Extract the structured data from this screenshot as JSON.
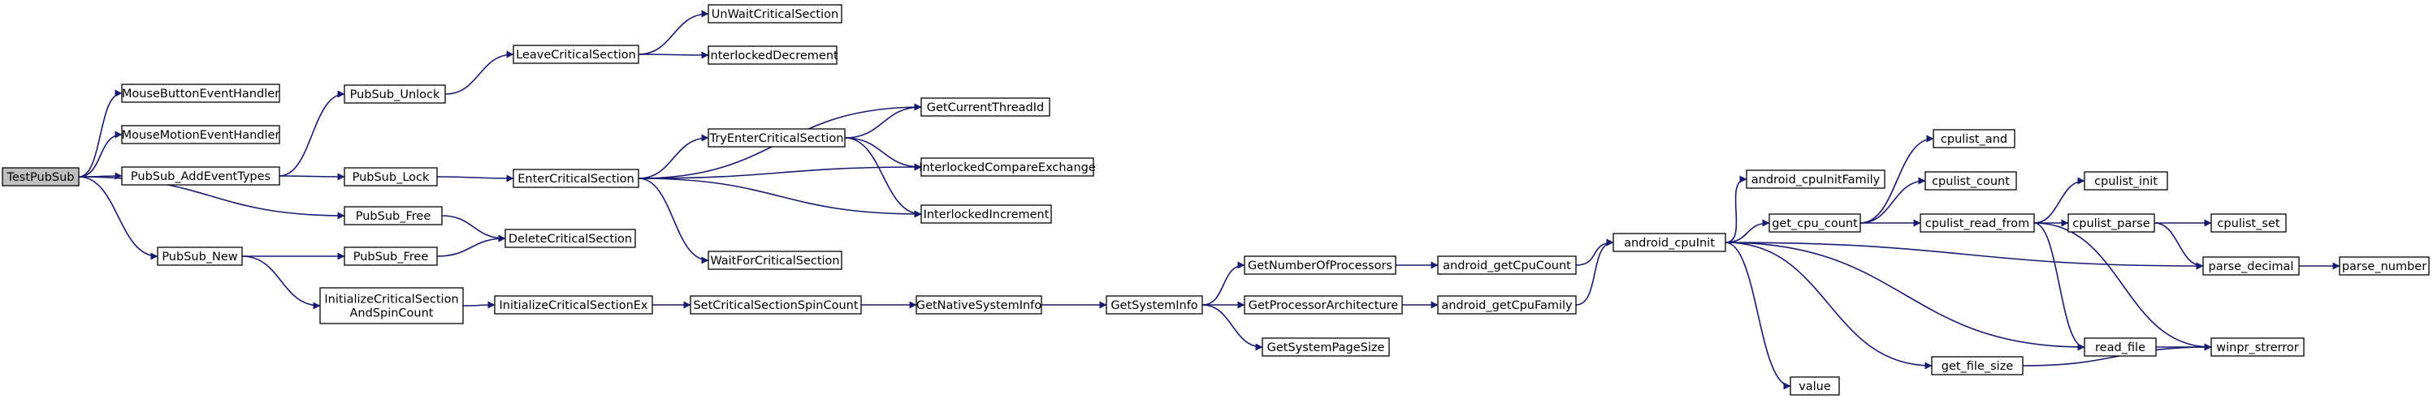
{
  "colors": {
    "edge": "#191970",
    "node_border": "#000000",
    "root_fill": "#bfbfbf",
    "node_fill": "#ffffff"
  },
  "nodes": [
    {
      "id": "TestPubSub",
      "lines": [
        "TestPubSub"
      ],
      "root": true
    },
    {
      "id": "MouseButtonEventHandler",
      "lines": [
        "MouseButtonEventHandler"
      ]
    },
    {
      "id": "MouseMotionEventHandler",
      "lines": [
        "MouseMotionEventHandler"
      ]
    },
    {
      "id": "PubSub_AddEventTypes",
      "lines": [
        "PubSub_AddEventTypes"
      ]
    },
    {
      "id": "PubSub_Free1",
      "lines": [
        "PubSub_Free"
      ]
    },
    {
      "id": "PubSub_New",
      "lines": [
        "PubSub_New"
      ]
    },
    {
      "id": "PubSub_Unlock",
      "lines": [
        "PubSub_Unlock"
      ]
    },
    {
      "id": "PubSub_Lock",
      "lines": [
        "PubSub_Lock"
      ]
    },
    {
      "id": "PubSub_Free2",
      "lines": [
        "PubSub_Free"
      ]
    },
    {
      "id": "InitializeCriticalSectionAndSpinCount",
      "lines": [
        "InitializeCriticalSection",
        "AndSpinCount"
      ]
    },
    {
      "id": "LeaveCriticalSection",
      "lines": [
        "LeaveCriticalSection"
      ]
    },
    {
      "id": "EnterCriticalSection",
      "lines": [
        "EnterCriticalSection"
      ]
    },
    {
      "id": "DeleteCriticalSection",
      "lines": [
        "DeleteCriticalSection"
      ]
    },
    {
      "id": "InitializeCriticalSectionEx",
      "lines": [
        "InitializeCriticalSectionEx"
      ]
    },
    {
      "id": "UnWaitCriticalSection",
      "lines": [
        "UnWaitCriticalSection"
      ]
    },
    {
      "id": "InterlockedDecrement",
      "lines": [
        "InterlockedDecrement"
      ]
    },
    {
      "id": "TryEnterCriticalSection",
      "lines": [
        "TryEnterCriticalSection"
      ]
    },
    {
      "id": "WaitForCriticalSection",
      "lines": [
        "WaitForCriticalSection"
      ]
    },
    {
      "id": "SetCriticalSectionSpinCount",
      "lines": [
        "SetCriticalSectionSpinCount"
      ]
    },
    {
      "id": "GetCurrentThreadId",
      "lines": [
        "GetCurrentThreadId"
      ]
    },
    {
      "id": "InterlockedCompareExchange",
      "lines": [
        "InterlockedCompareExchange"
      ]
    },
    {
      "id": "InterlockedIncrement",
      "lines": [
        "InterlockedIncrement"
      ]
    },
    {
      "id": "GetNativeSystemInfo",
      "lines": [
        "GetNativeSystemInfo"
      ]
    },
    {
      "id": "GetSystemInfo",
      "lines": [
        "GetSystemInfo"
      ]
    },
    {
      "id": "GetNumberOfProcessors",
      "lines": [
        "GetNumberOfProcessors"
      ]
    },
    {
      "id": "GetProcessorArchitecture",
      "lines": [
        "GetProcessorArchitecture"
      ]
    },
    {
      "id": "GetSystemPageSize",
      "lines": [
        "GetSystemPageSize"
      ]
    },
    {
      "id": "android_getCpuCount",
      "lines": [
        "android_getCpuCount"
      ]
    },
    {
      "id": "android_getCpuFamily",
      "lines": [
        "android_getCpuFamily"
      ]
    },
    {
      "id": "android_cpuInit",
      "lines": [
        "android_cpuInit"
      ]
    },
    {
      "id": "android_cpuInitFamily",
      "lines": [
        "android_cpuInitFamily"
      ]
    },
    {
      "id": "get_cpu_count",
      "lines": [
        "get_cpu_count"
      ]
    },
    {
      "id": "value",
      "lines": [
        "value"
      ]
    },
    {
      "id": "get_file_size",
      "lines": [
        "get_file_size"
      ]
    },
    {
      "id": "cpulist_and",
      "lines": [
        "cpulist_and"
      ]
    },
    {
      "id": "cpulist_count",
      "lines": [
        "cpulist_count"
      ]
    },
    {
      "id": "cpulist_read_from",
      "lines": [
        "cpulist_read_from"
      ]
    },
    {
      "id": "read_file",
      "lines": [
        "read_file"
      ]
    },
    {
      "id": "cpulist_init",
      "lines": [
        "cpulist_init"
      ]
    },
    {
      "id": "cpulist_parse",
      "lines": [
        "cpulist_parse"
      ]
    },
    {
      "id": "winpr_strerror",
      "lines": [
        "winpr_strerror"
      ]
    },
    {
      "id": "cpulist_set",
      "lines": [
        "cpulist_set"
      ]
    },
    {
      "id": "parse_decimal",
      "lines": [
        "parse_decimal"
      ]
    },
    {
      "id": "parse_number",
      "lines": [
        "parse_number"
      ]
    }
  ],
  "edges": [
    [
      "TestPubSub",
      "MouseButtonEventHandler"
    ],
    [
      "TestPubSub",
      "MouseMotionEventHandler"
    ],
    [
      "TestPubSub",
      "PubSub_AddEventTypes"
    ],
    [
      "TestPubSub",
      "PubSub_Free1"
    ],
    [
      "TestPubSub",
      "PubSub_New"
    ],
    [
      "PubSub_AddEventTypes",
      "PubSub_Unlock"
    ],
    [
      "PubSub_AddEventTypes",
      "PubSub_Lock"
    ],
    [
      "PubSub_Unlock",
      "LeaveCriticalSection"
    ],
    [
      "PubSub_Lock",
      "EnterCriticalSection"
    ],
    [
      "PubSub_Free1",
      "DeleteCriticalSection"
    ],
    [
      "PubSub_New",
      "PubSub_Free2"
    ],
    [
      "PubSub_New",
      "InitializeCriticalSectionAndSpinCount"
    ],
    [
      "PubSub_Free2",
      "DeleteCriticalSection"
    ],
    [
      "LeaveCriticalSection",
      "UnWaitCriticalSection"
    ],
    [
      "LeaveCriticalSection",
      "InterlockedDecrement"
    ],
    [
      "EnterCriticalSection",
      "GetCurrentThreadId"
    ],
    [
      "EnterCriticalSection",
      "TryEnterCriticalSection"
    ],
    [
      "EnterCriticalSection",
      "InterlockedCompareExchange"
    ],
    [
      "EnterCriticalSection",
      "InterlockedIncrement"
    ],
    [
      "EnterCriticalSection",
      "WaitForCriticalSection"
    ],
    [
      "TryEnterCriticalSection",
      "GetCurrentThreadId"
    ],
    [
      "TryEnterCriticalSection",
      "InterlockedCompareExchange"
    ],
    [
      "TryEnterCriticalSection",
      "InterlockedIncrement"
    ],
    [
      "InitializeCriticalSectionAndSpinCount",
      "InitializeCriticalSectionEx"
    ],
    [
      "InitializeCriticalSectionEx",
      "SetCriticalSectionSpinCount"
    ],
    [
      "SetCriticalSectionSpinCount",
      "GetNativeSystemInfo"
    ],
    [
      "GetNativeSystemInfo",
      "GetSystemInfo"
    ],
    [
      "GetSystemInfo",
      "GetNumberOfProcessors"
    ],
    [
      "GetSystemInfo",
      "GetProcessorArchitecture"
    ],
    [
      "GetSystemInfo",
      "GetSystemPageSize"
    ],
    [
      "GetNumberOfProcessors",
      "android_getCpuCount"
    ],
    [
      "GetProcessorArchitecture",
      "android_getCpuFamily"
    ],
    [
      "android_getCpuCount",
      "android_cpuInit"
    ],
    [
      "android_getCpuFamily",
      "android_cpuInit"
    ],
    [
      "android_cpuInit",
      "android_cpuInitFamily"
    ],
    [
      "android_cpuInit",
      "get_cpu_count"
    ],
    [
      "android_cpuInit",
      "parse_decimal"
    ],
    [
      "android_cpuInit",
      "read_file"
    ],
    [
      "android_cpuInit",
      "get_file_size"
    ],
    [
      "android_cpuInit",
      "value"
    ],
    [
      "get_cpu_count",
      "cpulist_and"
    ],
    [
      "get_cpu_count",
      "cpulist_count"
    ],
    [
      "get_cpu_count",
      "cpulist_read_from"
    ],
    [
      "cpulist_read_from",
      "cpulist_init"
    ],
    [
      "cpulist_read_from",
      "cpulist_parse"
    ],
    [
      "cpulist_read_from",
      "read_file"
    ],
    [
      "cpulist_read_from",
      "winpr_strerror"
    ],
    [
      "cpulist_parse",
      "cpulist_set"
    ],
    [
      "cpulist_parse",
      "parse_decimal"
    ],
    [
      "parse_decimal",
      "parse_number"
    ],
    [
      "read_file",
      "winpr_strerror"
    ],
    [
      "get_file_size",
      "winpr_strerror"
    ]
  ]
}
